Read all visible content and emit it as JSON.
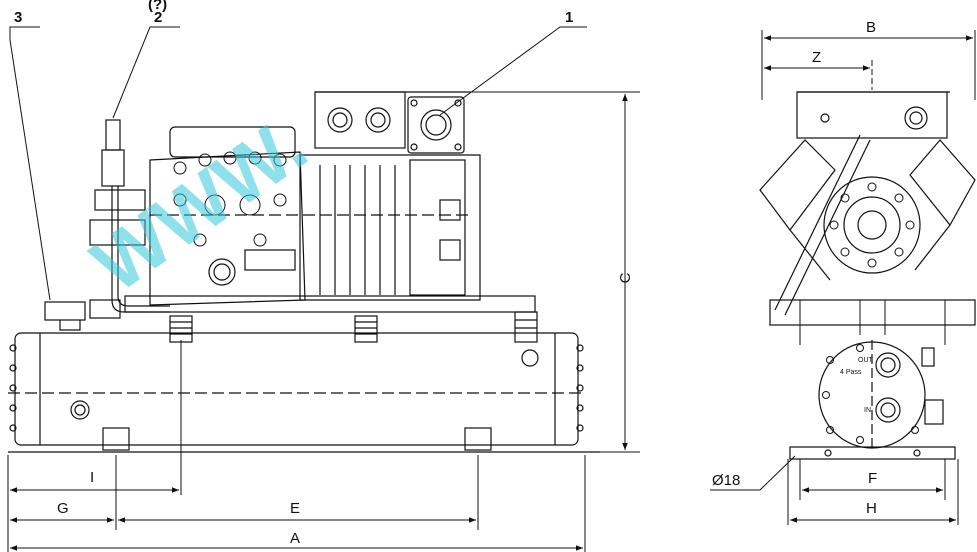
{
  "callouts": [
    "3",
    "2",
    "1"
  ],
  "header_fragment": "(?)",
  "watermark": "WWW.",
  "dimensions": {
    "front": [
      "A",
      "C",
      "E",
      "G",
      "I"
    ],
    "side": [
      "B",
      "Z",
      "F",
      "H"
    ],
    "hole": "Ø18"
  },
  "side_labels": {
    "out": "OUT",
    "passes": "4 Pass",
    "in": "IN"
  }
}
